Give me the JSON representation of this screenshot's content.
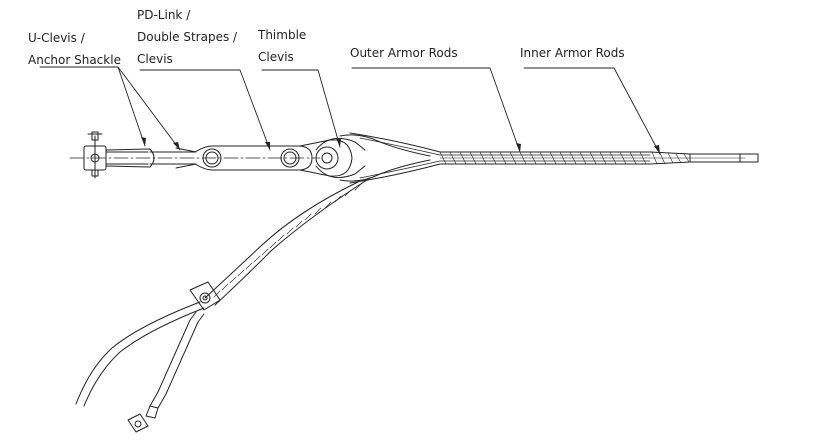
{
  "labels": {
    "u_clevis": [
      "U-Clevis /",
      "Anchor Shackle"
    ],
    "pd_link": [
      "PD-Link /",
      "Double Strapes /",
      "Clevis"
    ],
    "thimble": [
      "Thimble",
      "Clevis"
    ],
    "outer_armor": "Outer Armor Rods",
    "inner_armor": "Inner Armor Rods"
  },
  "colors": {
    "line": "#222222",
    "background": "#ffffff"
  }
}
